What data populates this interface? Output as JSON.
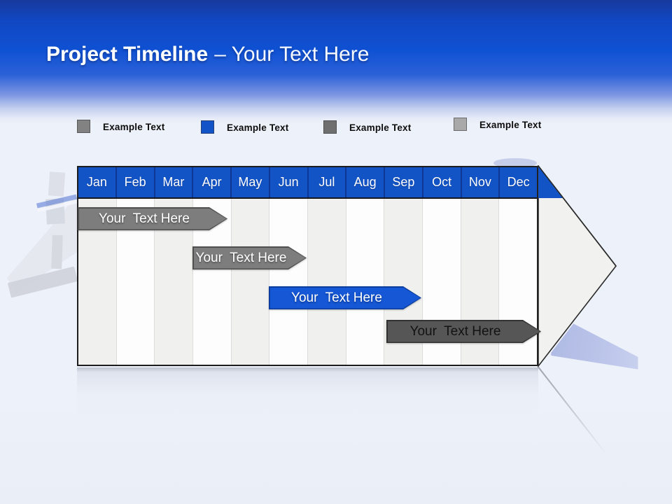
{
  "slide": {
    "title": {
      "primary": "Project Timeline",
      "secondary": "– Your Text Here"
    },
    "accent_color": "#1254c6"
  },
  "legend": {
    "items": [
      {
        "label": "Example Text",
        "color": "#828282"
      },
      {
        "label": "Example Text",
        "color": "#1353c8"
      },
      {
        "label": "Example Text",
        "color": "#6f6f6f"
      },
      {
        "label": "Example Text",
        "color": "#a9a9a9"
      }
    ]
  },
  "timeline": {
    "months": [
      "Jan",
      "Feb",
      "Mar",
      "Apr",
      "May",
      "Jun",
      "Jul",
      "Aug",
      "Sep",
      "Oct",
      "Nov",
      "Dec"
    ],
    "header_color": "#1254c6",
    "bars": [
      {
        "label": "Your  Text Here",
        "color": "#7d7d7d",
        "text_color": "#ffffff",
        "start_month": "Jan",
        "end_month": "Apr"
      },
      {
        "label": "Your  Text Here",
        "color": "#7d7d7d",
        "text_color": "#ffffff",
        "start_month": "Apr",
        "end_month": "Jul"
      },
      {
        "label": "Your  Text Here",
        "color": "#1557d4",
        "text_color": "#ffffff",
        "start_month": "Jun",
        "end_month": "Oct"
      },
      {
        "label": "Your  Text Here",
        "color": "#565656",
        "text_color": "#121212",
        "start_month": "Sep",
        "end_month": "Dec"
      }
    ]
  }
}
